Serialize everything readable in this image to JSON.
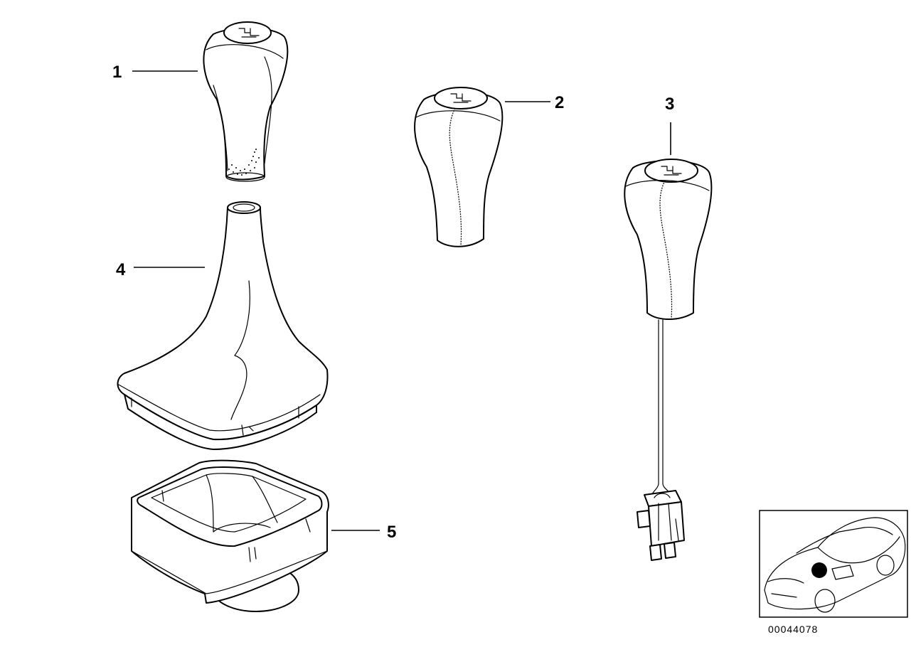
{
  "diagram": {
    "callouts": [
      {
        "id": "1",
        "label": "1"
      },
      {
        "id": "2",
        "label": "2"
      },
      {
        "id": "3",
        "label": "3"
      },
      {
        "id": "4",
        "label": "4"
      },
      {
        "id": "5",
        "label": "5"
      }
    ],
    "reference_number": "00044078"
  }
}
